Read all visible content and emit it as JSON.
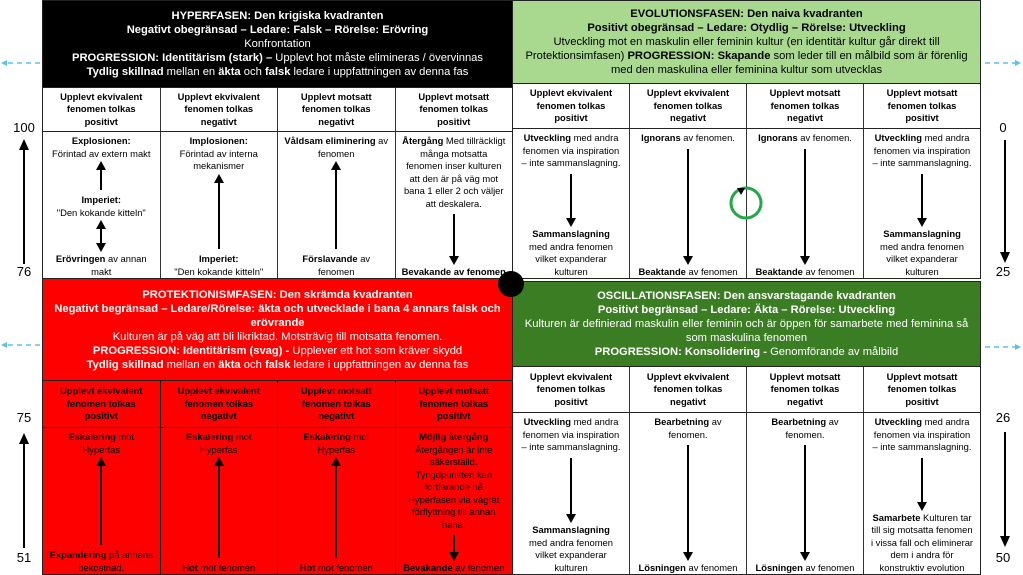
{
  "colors": {
    "hyper_header": "#000000",
    "evolution_header": "#a9d98e",
    "protection": "#ff0000",
    "oscillation_header": "#3b7d23",
    "cycle_arrow": "#22a845",
    "dashed_arrow": "#5bc0eb"
  },
  "columns": [
    "Upplevt ekvivalent fenomen tolkas positivt",
    "Upplevt ekvivalent fenomen tolkas negativt",
    "Upplevt motsatt fenomen tolkas negativt",
    "Upplevt motsatt fenomen tolkas positivt"
  ],
  "axis": {
    "left": [
      "100",
      "76",
      "75",
      "51"
    ],
    "right": [
      "0",
      "25",
      "26",
      "50"
    ]
  },
  "quadrants": [
    {
      "id": "q-tl",
      "name": "hyperfasen",
      "header": [
        [
          [
            "b",
            "HYPERFASEN: Den krigiska kvadranten"
          ]
        ],
        [
          [
            "b",
            "Negativt obegränsad – Ledare: Falsk – Rörelse: Erövring"
          ]
        ],
        [
          [
            "n",
            "Konfrontation"
          ]
        ],
        [
          [
            "b",
            "PROGRESSION: Identitärism (stark) – "
          ],
          [
            "n",
            "Upplevt hot måste elimineras / övervinnas"
          ]
        ],
        [
          [
            "b",
            "Tydlig skillnad"
          ],
          [
            "n",
            " mellan en "
          ],
          [
            "b",
            "äkta"
          ],
          [
            "n",
            " och "
          ],
          [
            "b",
            "falsk"
          ],
          [
            "n",
            " ledare i uppfattningen av denna fas"
          ]
        ]
      ],
      "cells": [
        [
          {
            "text": [
              [
                "b",
                "Explosionen:\n"
              ],
              [
                "n",
                "Förintad av extern makt"
              ]
            ]
          },
          {
            "arrow": "up"
          },
          {
            "text": [
              [
                "b",
                "Imperiet:\n"
              ],
              [
                "n",
                "\"Den kokande kitteln\""
              ]
            ]
          },
          {
            "arrow": "updown"
          },
          {
            "text": [
              [
                "b",
                "Erövringen"
              ],
              [
                "n",
                " av annan makt"
              ]
            ]
          }
        ],
        [
          {
            "text": [
              [
                "b",
                "Implosionen:\n"
              ],
              [
                "n",
                "Förintad av interna mekanismer"
              ]
            ]
          },
          {
            "arrow": "up"
          },
          {
            "text": [
              [
                "b",
                "Imperiet:\n"
              ],
              [
                "n",
                "\"Den kokande kitteln\""
              ]
            ]
          }
        ],
        [
          {
            "text": [
              [
                "b",
                "Våldsam eliminering"
              ],
              [
                "n",
                " av fenomen"
              ]
            ]
          },
          {
            "arrow": "up"
          },
          {
            "text": [
              [
                "b",
                "Förslavande"
              ],
              [
                "n",
                " av fenomen"
              ]
            ]
          }
        ],
        [
          {
            "text": [
              [
                "b",
                "Återgång"
              ],
              [
                "n",
                " Med tillräckligt många motsatta fenomen inser kulturen att den är på väg mot bana 1 eller 2 och väljer att deskalera."
              ]
            ]
          },
          {
            "arrow": "down"
          },
          {
            "text": [
              [
                "b",
                "Bevakande av fenomen"
              ]
            ]
          }
        ]
      ]
    },
    {
      "id": "q-tr",
      "name": "evolutionsfasen",
      "header": [
        [
          [
            "b",
            "EVOLUTIONSFASEN: Den naiva kvadranten"
          ]
        ],
        [
          [
            "b",
            "Positivt obegränsad – Ledare: Otydlig – Rörelse: Utveckling"
          ]
        ],
        [
          [
            "n",
            "Utveckling mot en maskulin eller feminin kultur (en identitär kultur går direkt till Protektionsimfasen) "
          ],
          [
            "b",
            "PROGRESSION: Skapande"
          ],
          [
            "n",
            " som leder till en målbild som är förenlig med den maskulina eller feminina kultur som utvecklas"
          ]
        ]
      ],
      "cells": [
        [
          {
            "text": [
              [
                "b",
                "Utveckling"
              ],
              [
                "n",
                " med andra fenomen via inspiration – inte sammanslagning."
              ]
            ]
          },
          {
            "arrow": "down"
          },
          {
            "text": [
              [
                "b",
                "Sammanslagning\n"
              ],
              [
                "n",
                "med andra fenomen vilket expanderar kulturen"
              ]
            ]
          }
        ],
        [
          {
            "text": [
              [
                "b",
                "Ignorans"
              ],
              [
                "n",
                "  av fenomen."
              ]
            ]
          },
          {
            "arrow": "down"
          },
          {
            "text": [
              [
                "b",
                "Beaktande"
              ],
              [
                "n",
                " av fenomen"
              ]
            ]
          }
        ],
        [
          {
            "text": [
              [
                "b",
                "Ignorans"
              ],
              [
                "n",
                " av fenomen."
              ]
            ]
          },
          {
            "arrow": "down"
          },
          {
            "text": [
              [
                "b",
                "Beaktande"
              ],
              [
                "n",
                " av fenomen"
              ]
            ]
          }
        ],
        [
          {
            "text": [
              [
                "b",
                "Utveckling"
              ],
              [
                "n",
                " med andra fenomen via inspiration – inte sammanslagning."
              ]
            ]
          },
          {
            "arrow": "down"
          },
          {
            "text": [
              [
                "b",
                "Sammanslagning\n"
              ],
              [
                "n",
                "med andra fenomen vilket expanderar kulturen"
              ]
            ]
          }
        ]
      ]
    },
    {
      "id": "q-bl",
      "name": "protektionismfasen",
      "header": [
        [
          [
            "b",
            "PROTEKTIONISMFASEN: Den skrämda kvadranten"
          ]
        ],
        [
          [
            "b",
            "Negativt begränsad – Ledare/Rörelse: äkta och utvecklade i bana 4 annars falsk och erövrande"
          ]
        ],
        [
          [
            "n",
            "Kulturen är på väg att bli likriktad. Motsträvig till motsatta fenomen."
          ]
        ],
        [
          [
            "b",
            "PROGRESSION: Identitärism (svag) - "
          ],
          [
            "n",
            "Upplever ett hot som kräver skydd"
          ]
        ],
        [
          [
            "b",
            "Tydlig skillnad"
          ],
          [
            "n",
            " mellan en "
          ],
          [
            "b",
            "äkta"
          ],
          [
            "n",
            " och "
          ],
          [
            "b",
            "falsk"
          ],
          [
            "n",
            " ledare i uppfattningen av denna fas"
          ]
        ]
      ],
      "cells": [
        [
          {
            "text": [
              [
                "b",
                "Eskalering"
              ],
              [
                "n",
                " mot Hyperfas"
              ]
            ]
          },
          {
            "arrow": "up"
          },
          {
            "text": [
              [
                "b",
                "Expandering"
              ],
              [
                "n",
                " på annans bekostnad."
              ]
            ]
          }
        ],
        [
          {
            "text": [
              [
                "b",
                "Eskalering"
              ],
              [
                "n",
                " mot Hyperfas"
              ]
            ]
          },
          {
            "arrow": "up"
          },
          {
            "text": [
              [
                "b",
                "Hot"
              ],
              [
                "n",
                " mot fenomen"
              ]
            ]
          }
        ],
        [
          {
            "text": [
              [
                "b",
                "Eskalering"
              ],
              [
                "n",
                " mot Hyperfas"
              ]
            ]
          },
          {
            "arrow": "up"
          },
          {
            "text": [
              [
                "b",
                "Hot"
              ],
              [
                "n",
                " mot fenomen"
              ]
            ]
          }
        ],
        [
          {
            "text": [
              [
                "b",
                "Möjlig återgång\n"
              ],
              [
                "n",
                "Återgången är inte säkerställd. Tyngdpunkten kan fortfarande nå Hyperfasen via vågrät förflyttning till annan bana."
              ]
            ]
          },
          {
            "arrow": "down"
          },
          {
            "text": [
              [
                "b",
                "Bevakande"
              ],
              [
                "n",
                " av fenomen"
              ]
            ]
          }
        ]
      ]
    },
    {
      "id": "q-br",
      "name": "oscillationsfasen",
      "header": [
        [
          [
            "b",
            "OSCILLATIONSFASEN: Den ansvarstagande kvadranten"
          ]
        ],
        [
          [
            "b",
            "Positivt begränsad – Ledare: Äkta – Rörelse: Utveckling"
          ]
        ],
        [
          [
            "n",
            "Kulturen är definierad maskulin eller feminin  och är öppen för samarbete med feminina så som maskulina  fenomen"
          ]
        ],
        [
          [
            "b",
            "PROGRESSION:  Konsolidering - "
          ],
          [
            "n",
            " Genomförande av målbild"
          ]
        ]
      ],
      "cells": [
        [
          {
            "text": [
              [
                "b",
                "Utveckling"
              ],
              [
                "n",
                " med andra fenomen via inspiration – inte sammanslagning."
              ]
            ]
          },
          {
            "arrow": "down"
          },
          {
            "text": [
              [
                "b",
                "Sammanslagning\n"
              ],
              [
                "n",
                "med andra fenomen vilket expanderar kulturen"
              ]
            ]
          }
        ],
        [
          {
            "text": [
              [
                "b",
                "Bearbetning"
              ],
              [
                "n",
                "  av fenomen."
              ]
            ]
          },
          {
            "arrow": "down"
          },
          {
            "text": [
              [
                "b",
                "Lösningen"
              ],
              [
                "n",
                " av fenomen"
              ]
            ]
          }
        ],
        [
          {
            "text": [
              [
                "b",
                "Bearbetning"
              ],
              [
                "n",
                "  av fenomen."
              ]
            ]
          },
          {
            "arrow": "down"
          },
          {
            "text": [
              [
                "b",
                "Lösningen"
              ],
              [
                "n",
                " av fenomen"
              ]
            ]
          }
        ],
        [
          {
            "text": [
              [
                "b",
                "Utveckling"
              ],
              [
                "n",
                " med andra fenomen via inspiration – inte sammanslagning."
              ]
            ]
          },
          {
            "arrow": "down"
          },
          {
            "text": [
              [
                "b",
                "Samarbete"
              ],
              [
                "n",
                " Kulturen tar till sig motsatta fenomen i vissa fall och eliminerar dem i andra för konstruktiv evolution"
              ]
            ]
          }
        ]
      ]
    }
  ]
}
